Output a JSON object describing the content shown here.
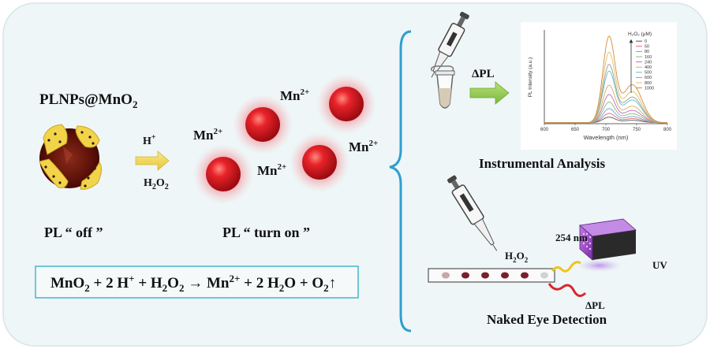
{
  "labels": {
    "nanoparticle": "PLNPs@MnO",
    "nanoparticle_sub": "2",
    "h_plus": "H",
    "h_plus_sup": "+",
    "h2o2_a": "H",
    "h2o2_b": "2",
    "h2o2_c": "O",
    "h2o2_d": "2",
    "pl_off": "PL “ off ”",
    "pl_on": "PL “ turn on ”",
    "mn_base": "Mn",
    "mn_sup": "2+",
    "delta_pl": "ΔPL",
    "instrumental": "Instrumental Analysis",
    "naked_eye": "Naked Eye Detection",
    "nm254": "254 nm",
    "uv": "UV",
    "strip_h2o2_a": "H",
    "strip_h2o2_b": "2",
    "strip_h2o2_c": "O",
    "strip_h2o2_d": "2",
    "delta_pl_2": "ΔPL"
  },
  "equation": {
    "p1": "MnO",
    "s1": "2",
    "p2": " + 2 H",
    "s2": "+",
    "p3": " + H",
    "s3": "2",
    "p4": "O",
    "s4": "2",
    "p5": " → Mn",
    "s5": "2+",
    "p6": " + 2 H",
    "s6": "2",
    "p7": "O + O",
    "s7": "2",
    "p8": "↑"
  },
  "colors": {
    "panel_bg": "#eef6f7",
    "panel_border": "#d8e4e8",
    "particle_red": "#d4141a",
    "glow": "#f4a0a6",
    "brace": "#2f9fd0",
    "arrow_yellow": "#f2d75a",
    "arrow_green": "#8cc63f",
    "equation_border": "#46b7c9",
    "uv_purple": "#9a3fc8"
  },
  "chart_data": {
    "type": "line",
    "title": "",
    "xlabel": "Wavelength (nm)",
    "ylabel": "PL Intensity (a.u.)",
    "xlim": [
      600,
      800
    ],
    "xticks": [
      "600",
      "650",
      "700",
      "750",
      "800"
    ],
    "legend_title": "H₂O₂ (μM)",
    "legend_placement": "top-right",
    "peak_x": 705,
    "series": [
      {
        "name": "0",
        "peak": 0.06,
        "color": "#555555"
      },
      {
        "name": "50",
        "peak": 0.1,
        "color": "#e06a6a"
      },
      {
        "name": "80",
        "peak": 0.15,
        "color": "#6aa0e0"
      },
      {
        "name": "160",
        "peak": 0.22,
        "color": "#7cc46a"
      },
      {
        "name": "240",
        "peak": 0.3,
        "color": "#c46ac0"
      },
      {
        "name": "400",
        "peak": 0.4,
        "color": "#e0a860"
      },
      {
        "name": "500",
        "peak": 0.55,
        "color": "#60c0c0"
      },
      {
        "name": "600",
        "peak": 0.62,
        "color": "#9a9a9a"
      },
      {
        "name": "800",
        "peak": 0.75,
        "color": "#e0c060"
      },
      {
        "name": "1000",
        "peak": 0.92,
        "color": "#d48a3a"
      }
    ]
  }
}
